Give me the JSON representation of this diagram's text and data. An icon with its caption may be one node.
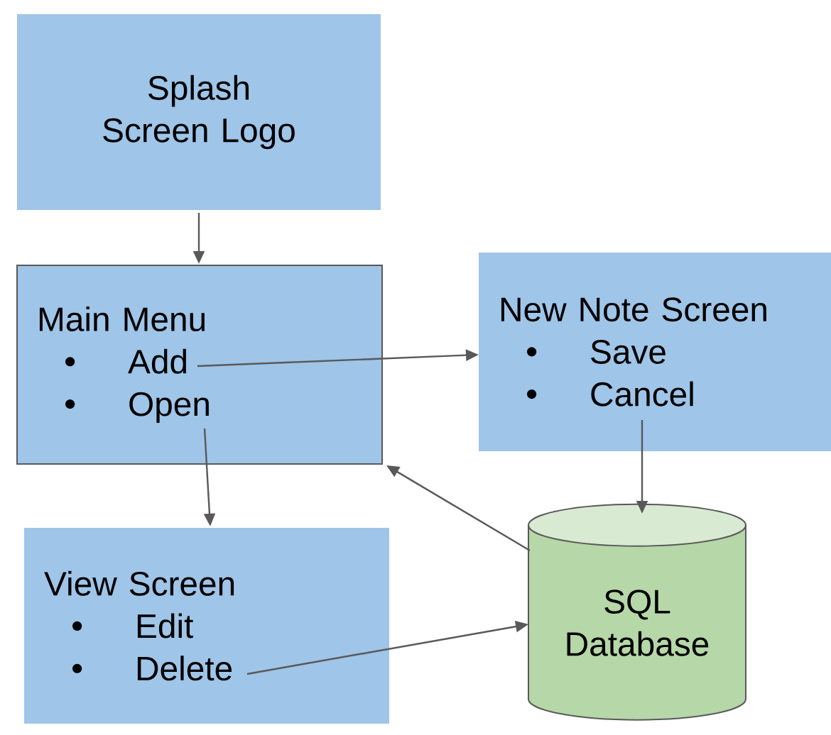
{
  "diagram": {
    "nodes": [
      {
        "text": [
          "Splash Screen Logo"
        ]
      },
      {
        "text": [
          "Main Menu",
          "Add",
          "Open"
        ]
      },
      {
        "text": [
          "New Note Screen",
          "Save",
          "Cancel"
        ]
      },
      {
        "text": [
          "View Screen",
          "Edit",
          "Delete"
        ]
      },
      {
        "text": [
          "SQL Database"
        ]
      }
    ],
    "edges": [
      {
        "from": 0,
        "to": 1,
        "arrow": "to"
      },
      {
        "from": 1,
        "to": 2,
        "arrow": "to"
      },
      {
        "from": 1,
        "to": 3,
        "arrow": "to"
      },
      {
        "from": 2,
        "to": 4,
        "arrow": "to"
      },
      {
        "from": 4,
        "to": 1,
        "arrow": "to"
      },
      {
        "from": 3,
        "to": 4,
        "arrow": "to"
      }
    ]
  }
}
